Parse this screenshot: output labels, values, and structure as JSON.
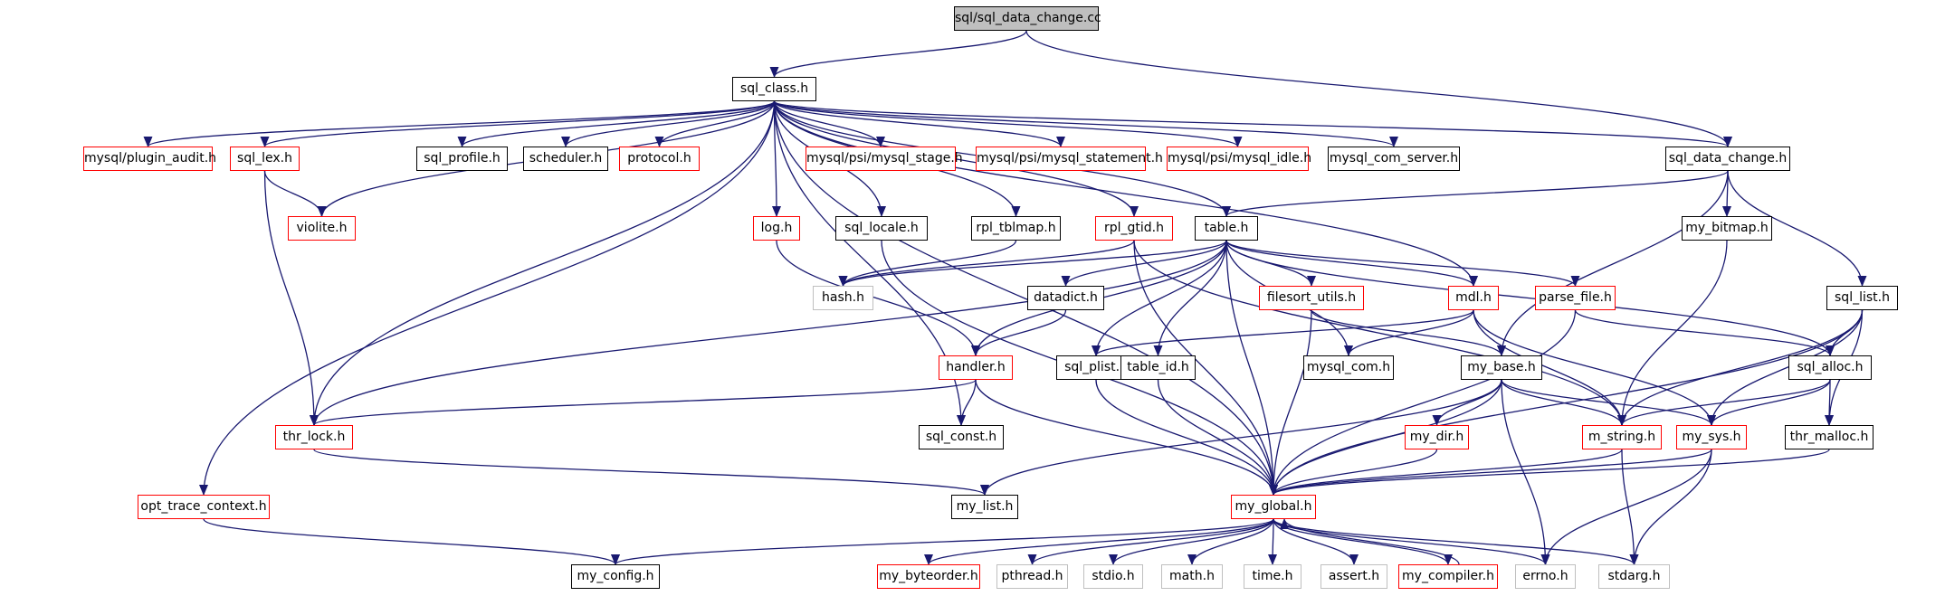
{
  "nodes": {
    "sql_data_change_cc": "sql/sql_data_change.cc",
    "sql_class_h": "sql_class.h",
    "sql_data_change_h": "sql_data_change.h",
    "mysql_plugin_audit_h": "mysql/plugin_audit.h",
    "sql_lex_h": "sql_lex.h",
    "sql_profile_h": "sql_profile.h",
    "scheduler_h": "scheduler.h",
    "protocol_h": "protocol.h",
    "mysql_psi_mysql_stage_h": "mysql/psi/mysql_stage.h",
    "mysql_psi_mysql_statement_h": "mysql/psi/mysql_statement.h",
    "mysql_psi_mysql_idle_h": "mysql/psi/mysql_idle.h",
    "mysql_com_server_h": "mysql_com_server.h",
    "violite_h": "violite.h",
    "log_h": "log.h",
    "sql_locale_h": "sql_locale.h",
    "rpl_tblmap_h": "rpl_tblmap.h",
    "rpl_gtid_h": "rpl_gtid.h",
    "table_h": "table.h",
    "my_bitmap_h": "my_bitmap.h",
    "sql_list_h": "sql_list.h",
    "hash_h": "hash.h",
    "datadict_h": "datadict.h",
    "filesort_utils_h": "filesort_utils.h",
    "mdl_h": "mdl.h",
    "parse_file_h": "parse_file.h",
    "handler_h": "handler.h",
    "sql_plist_h": "sql_plist.h",
    "table_id_h": "table_id.h",
    "mysql_com_h": "mysql_com.h",
    "my_base_h": "my_base.h",
    "sql_alloc_h": "sql_alloc.h",
    "thr_lock_h": "thr_lock.h",
    "sql_const_h": "sql_const.h",
    "my_dir_h": "my_dir.h",
    "m_string_h": "m_string.h",
    "my_sys_h": "my_sys.h",
    "thr_malloc_h": "thr_malloc.h",
    "opt_trace_context_h": "opt_trace_context.h",
    "my_list_h": "my_list.h",
    "my_global_h": "my_global.h",
    "my_config_h": "my_config.h",
    "my_byteorder_h": "my_byteorder.h",
    "pthread_h": "pthread.h",
    "stdio_h": "stdio.h",
    "math_h": "math.h",
    "time_h": "time.h",
    "assert_h": "assert.h",
    "my_compiler_h": "my_compiler.h",
    "errno_h": "errno.h",
    "stdarg_h": "stdarg.h"
  },
  "colors": {
    "edge": "#191970",
    "border_documented": "#000000",
    "border_truncated": "#ff0000",
    "border_undocumented": "#bfbfbf",
    "root_fill": "#bfbfbf"
  }
}
